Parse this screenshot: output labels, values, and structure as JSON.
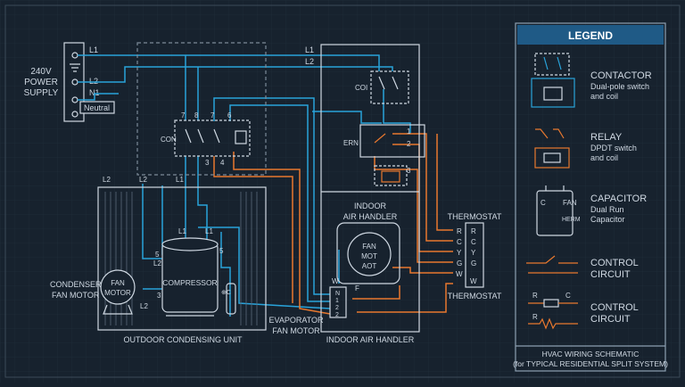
{
  "colors": {
    "background": "#17222e",
    "grid": "#22303d",
    "line": "#cfd8e2",
    "blue_wire": "#29a3da",
    "orange_wire": "#e8782e",
    "legend_header": "#1f5a86"
  },
  "power": {
    "title_line1": "240V",
    "title_line2": "POWER",
    "title_line3": "SUPPLY",
    "l1": "L1",
    "l2": "L2",
    "n1": "N1",
    "neutral": "Neutral"
  },
  "top_labels": {
    "l1": "L1",
    "l2": "L2"
  },
  "outdoor": {
    "caption": "OUTDOOR CONDENSING UNIT",
    "contactor_label": "CON",
    "terminals_top": [
      "7",
      "8",
      "7",
      "6"
    ],
    "terminals_bottom": [
      "3",
      "4"
    ],
    "compressor": "COMPRESSOR",
    "condenser_label_line1": "CONDENSER",
    "condenser_label_line2": "FAN MOTOR",
    "fan_motor_line1": "FAN",
    "fan_motor_line2": "MOTOR",
    "cap_label": "⊕C",
    "wire_labels": {
      "l2a": "L2",
      "l2b": "L2",
      "l1a": "L1",
      "l1b": "L1",
      "l1c": "L1",
      "n5a": "5",
      "n5b": "5",
      "l2c": "L2",
      "l2d": "L2",
      "n3": "3"
    }
  },
  "indoor": {
    "caption": "INDOOR AIR HANDLER",
    "coil_label": "COI",
    "relay_label": "ERN",
    "relay_terminals": [
      "1",
      "2",
      "3"
    ],
    "handler_line1": "INDOOR",
    "handler_line2": "AIR HANDLER",
    "fan_line1": "FAN",
    "fan_line2": "MOT",
    "fan_line3": "AOT",
    "f_label": "F",
    "w_label": "W",
    "terminal_strip": [
      "N",
      "1",
      "2",
      "2"
    ]
  },
  "thermostat": {
    "title_top": "THERMOSTAT",
    "title_bottom": "THERMOSTAT",
    "left_terms": [
      "R",
      "C",
      "Y",
      "G",
      "W"
    ],
    "right_terms": [
      "R",
      "C",
      "Y",
      "G",
      "W"
    ]
  },
  "evaporator_line1": "EVAPORATOR",
  "evaporator_line2": "FAN MOTOR",
  "legend": {
    "header": "LEGEND",
    "items": [
      {
        "title": "CONTACTOR",
        "desc1": "Dual-pole switch",
        "desc2": "and coil"
      },
      {
        "title": "RELAY",
        "desc1": "DPDT switch",
        "desc2": "and coil"
      },
      {
        "title": "CAPACITOR",
        "desc1": "Dual Run",
        "desc2": "Capacitor"
      },
      {
        "title": "CONTROL",
        "desc1": "CIRCUIT"
      },
      {
        "title": "CONTROL",
        "desc1": "CIRCUIT"
      }
    ],
    "cap_c": "C",
    "cap_fan": "FAN",
    "cap_herm": "HERM",
    "ctrl_r1": "R",
    "ctrl_c": "C",
    "ctrl_r2": "R",
    "footer1": "HVAC WIRING SCHEMATIC",
    "footer2": "(for TYPICAL RESIDENTIAL SPLIT SYSTEM)"
  }
}
